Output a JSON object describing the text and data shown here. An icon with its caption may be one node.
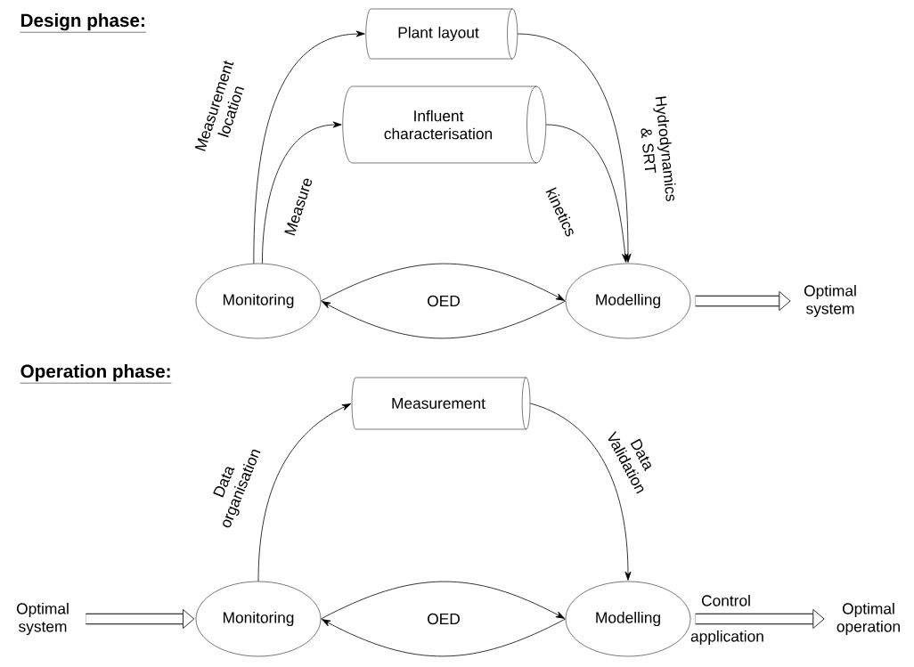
{
  "diagram": {
    "nodes": [
      {
        "text": [
          "Plant layout"
        ]
      },
      {
        "text": [
          "Influent characterisation"
        ]
      },
      {
        "text": [
          "Monitoring"
        ]
      },
      {
        "text": [
          "Modelling"
        ]
      },
      {
        "text": [
          "Optimal system"
        ]
      },
      {
        "text": [
          "Measurement"
        ]
      },
      {
        "text": [
          "Optimal system"
        ]
      },
      {
        "text": [
          "Monitoring"
        ]
      },
      {
        "text": [
          "Modelling"
        ]
      },
      {
        "text": [
          "Optimal operation"
        ]
      }
    ],
    "edges": [
      {
        "from": 2,
        "to": 0,
        "arrow": "to",
        "label": "Measurement location"
      },
      {
        "from": 2,
        "to": 1,
        "arrow": "to",
        "label": "Measure"
      },
      {
        "from": 0,
        "to": 3,
        "arrow": "to",
        "label": "Hydrodynamics & SRT"
      },
      {
        "from": 1,
        "to": 3,
        "arrow": "to",
        "label": "kinetics"
      },
      {
        "from": 2,
        "to": 3,
        "arrow": "to"
      },
      {
        "from": 3,
        "to": 2,
        "arrow": "to"
      },
      {
        "from": 3,
        "to": 4,
        "arrow": "to",
        "style": "thick"
      },
      {
        "from": 7,
        "to": 5,
        "arrow": "to",
        "label": "Data organisation"
      },
      {
        "from": 5,
        "to": 8,
        "arrow": "to",
        "label": "Data Validation"
      },
      {
        "from": 7,
        "to": 8,
        "arrow": "to"
      },
      {
        "from": 8,
        "to": 7,
        "arrow": "to"
      },
      {
        "from": 6,
        "to": 7,
        "arrow": "to",
        "style": "thick"
      },
      {
        "from": 8,
        "to": 9,
        "arrow": "to",
        "style": "thick",
        "label": "Control application"
      }
    ],
    "labels": [
      "Design phase:",
      "OED",
      "Operation phase:",
      "OED"
    ]
  }
}
